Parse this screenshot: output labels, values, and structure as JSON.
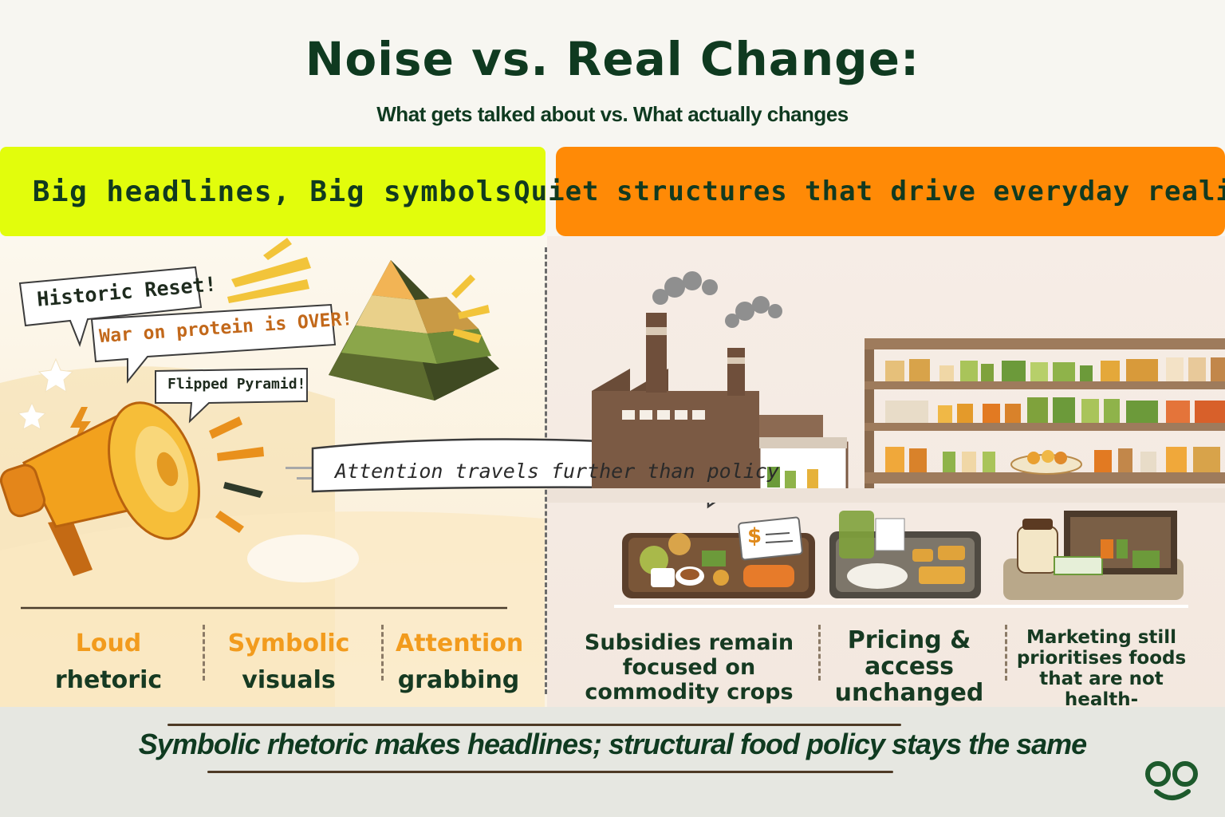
{
  "title": "Noise vs. Real Change:",
  "subtitle": "What gets talked about vs. What actually changes",
  "left_header": "Big headlines, Big symbols",
  "right_header": "Quiet structures that drive everyday reality",
  "bubbles": {
    "historic": "Historic Reset!",
    "war": "War on protein is OVER!",
    "flipped": "Flipped Pyramid!"
  },
  "arrow_label": "Attention travels further than policy",
  "left_metrics": [
    {
      "top": "Loud",
      "bottom": "rhetoric"
    },
    {
      "top": "Symbolic",
      "bottom": "visuals"
    },
    {
      "top": "Attention",
      "bottom": "grabbing"
    }
  ],
  "right_metrics": [
    {
      "line1": "Subsidies remain",
      "line2": "focused on",
      "line3": "commodity crops"
    },
    {
      "line1": "Pricing &",
      "line2": "access",
      "line3": "unchanged"
    },
    {
      "line1": "Marketing still",
      "line2": "prioritises foods",
      "line3": "that are not",
      "line4": "health-promoting"
    }
  ],
  "price_tag_symbol": "$",
  "footer": "Symbolic rhetoric makes headlines; structural food policy stays the same",
  "colors": {
    "left_header_bg": "#e2fd0c",
    "right_header_bg": "#ff8a06",
    "title": "#0f3a20",
    "accent_orange": "#f29b1d"
  }
}
